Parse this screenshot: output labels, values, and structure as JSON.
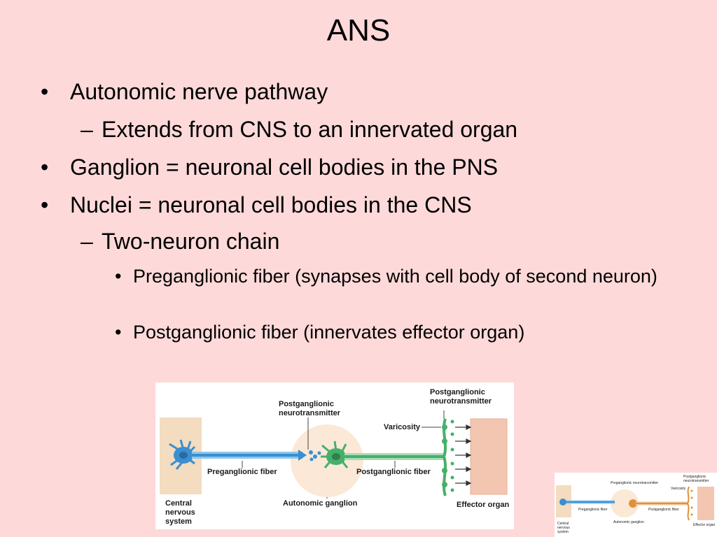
{
  "slide": {
    "title": "ANS",
    "bullets": [
      {
        "level": 1,
        "marker": "•",
        "text": "Autonomic nerve pathway"
      },
      {
        "level": 2,
        "marker": "–",
        "text": "Extends from CNS to an innervated organ"
      },
      {
        "level": 1,
        "marker": "•",
        "text": "Ganglion =  neuronal cell bodies in the PNS"
      },
      {
        "level": 1,
        "marker": "•",
        "text": "Nuclei = neuronal cell bodies in the CNS"
      },
      {
        "level": 2,
        "marker": "–",
        "text": "Two-neuron chain"
      },
      {
        "level": 3,
        "marker": "•",
        "text": "Preganglionic fiber (synapses with cell body of second neuron)"
      },
      {
        "level": 3,
        "marker": "•",
        "text": "Postganglionic fiber (innervates effector organ)"
      }
    ]
  },
  "figure": {
    "labels": {
      "post_nt_1_line1": "Postganglionic",
      "post_nt_1_line2": "neurotransmitter",
      "post_nt_2_line1": "Postganglionic",
      "post_nt_2_line2": "neurotransmitter",
      "varicosity": "Varicosity",
      "preganglionic_fiber": "Preganglionic fiber",
      "postganglionic_fiber": "Postganglionic fiber",
      "autonomic_ganglion": "Autonomic ganglion",
      "effector_organ": "Effector organ",
      "cns_line1": "Central",
      "cns_line2": "nervous",
      "cns_line3": "system"
    },
    "colors": {
      "cns_box": "#f3dcc0",
      "ganglion_circle": "#fbe8d6",
      "effector": "#f2c6b0",
      "neuron_blue": "#3a8fd0",
      "neuron_green": "#45b06a"
    }
  },
  "thumbnail": {
    "labels": {
      "post_nt_1": "Preganglionic neurotransmitter",
      "post_nt_2_line1": "Postganglionic",
      "post_nt_2_line2": "neurotransmitter",
      "varicosity": "Varicosity",
      "preganglionic_fiber": "Preganglionic fiber",
      "postganglionic_fiber": "Postganglionic fiber",
      "autonomic_ganglion": "Autonomic ganglion",
      "effector_organ": "Effector organ",
      "cns_line1": "Central",
      "cns_line2": "nervous",
      "cns_line3": "system"
    },
    "colors": {
      "neuron_blue": "#3a8fd0",
      "neuron_orange": "#e0903c"
    }
  }
}
